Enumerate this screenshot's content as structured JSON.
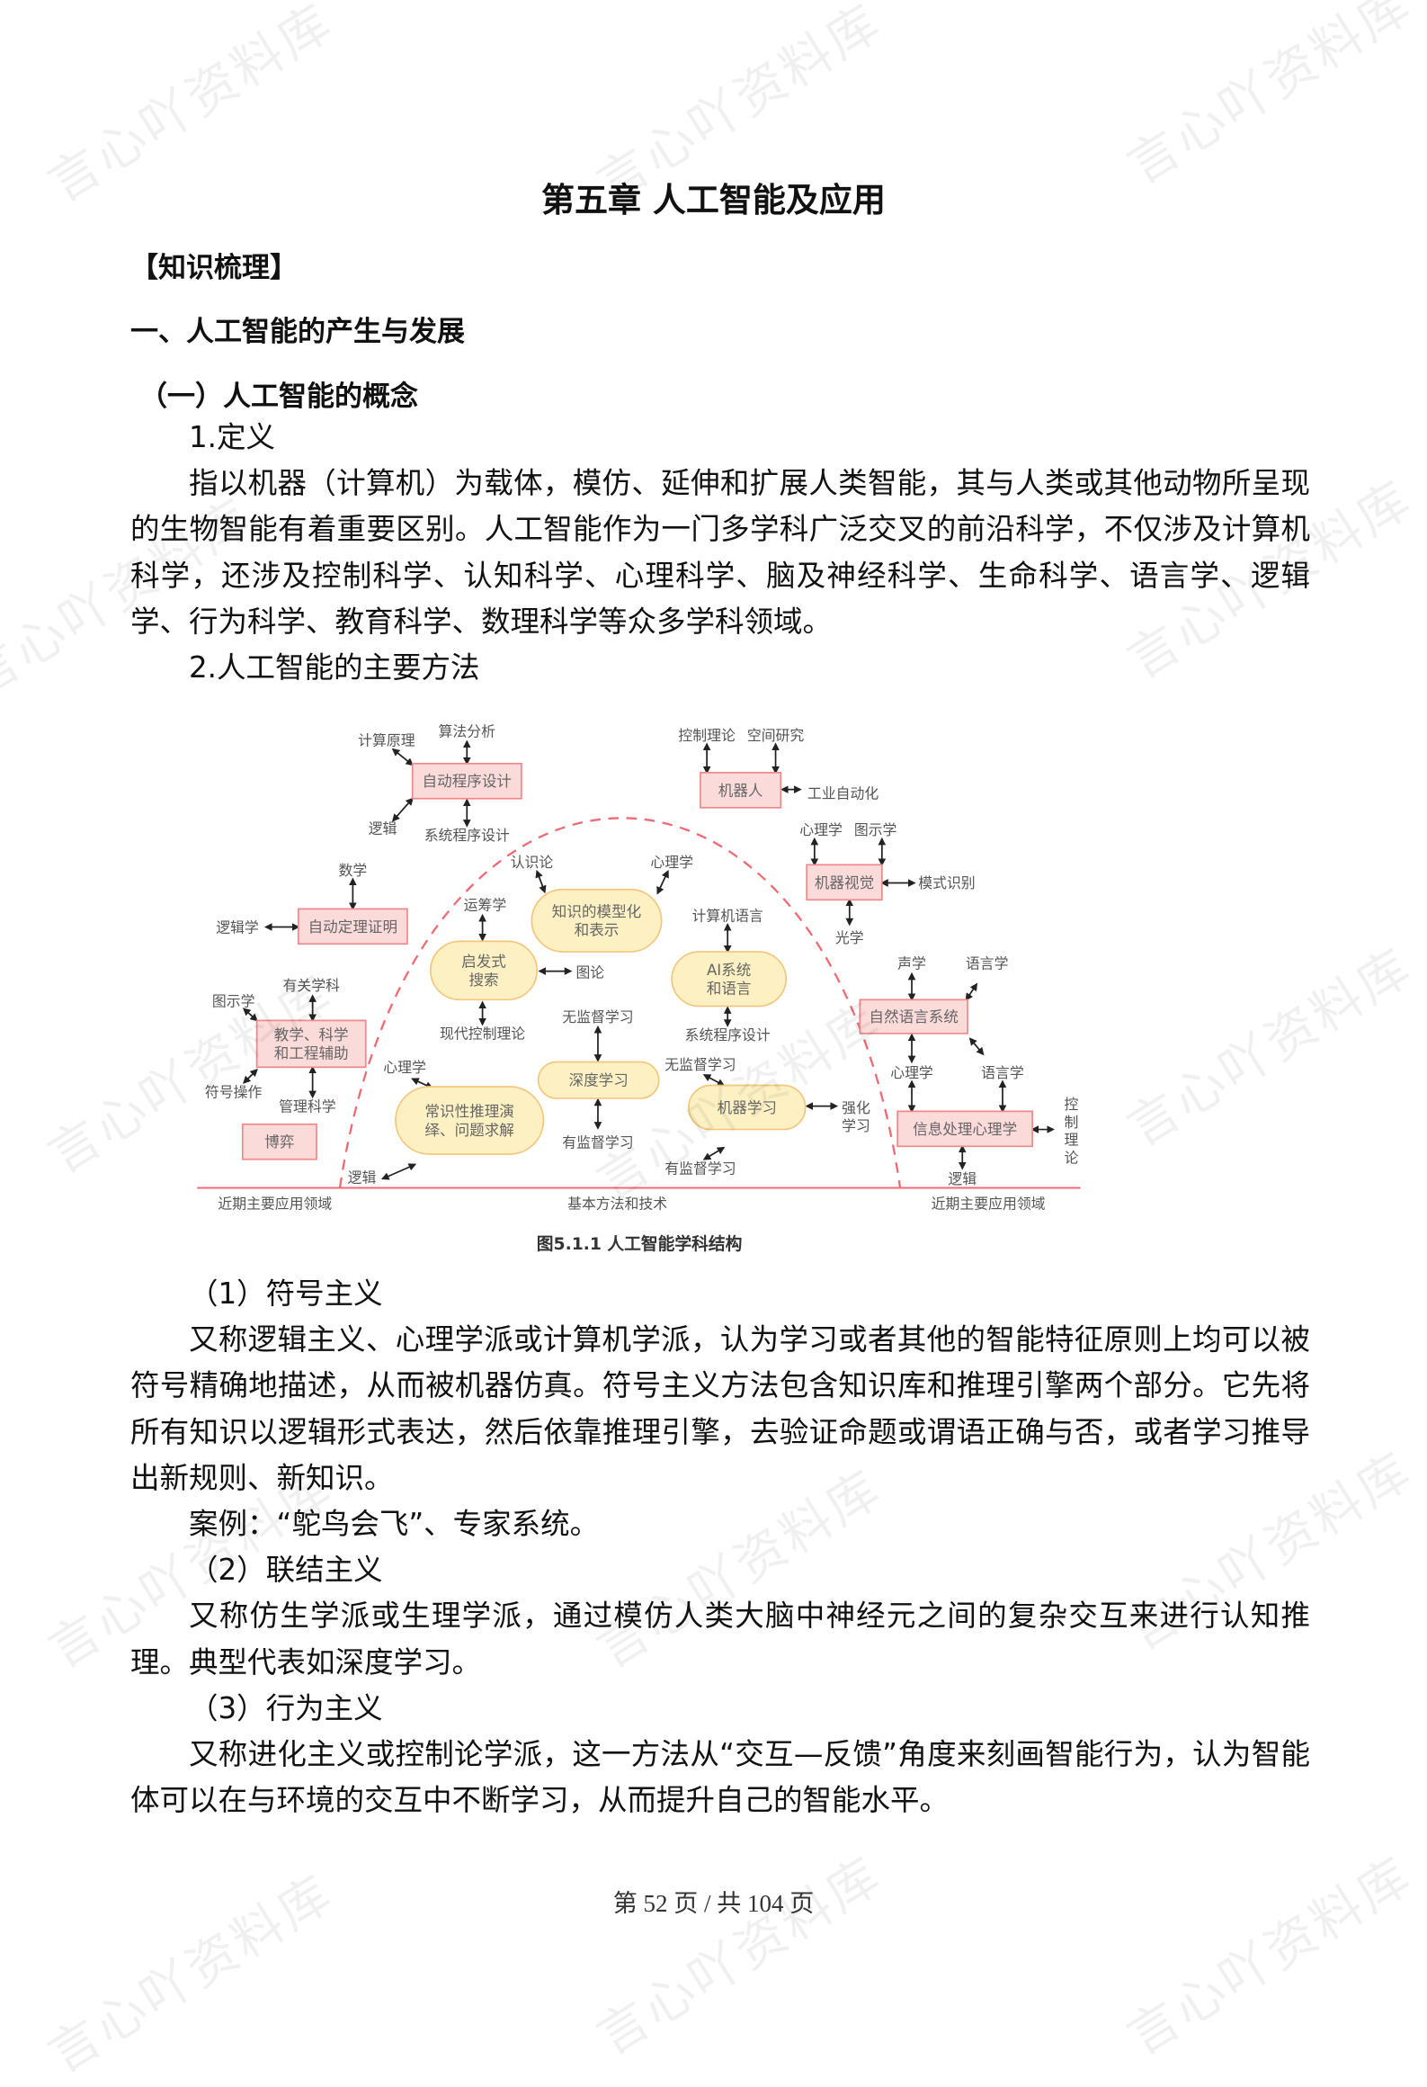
{
  "watermark": "言心吖资料库",
  "title": "第五章  人工智能及应用",
  "section_tag": "【知识梳理】",
  "heading1": "一、人工智能的产生与发展",
  "heading2": "（一）人工智能的概念",
  "def_label": "1.定义",
  "def_text": "指以机器（计算机）为载体，模仿、延伸和扩展人类智能，其与人类或其他动物所呈现的生物智能有着重要区别。人工智能作为一门多学科广泛交叉的前沿科学，不仅涉及计算机科学，还涉及控制科学、认知科学、心理科学、脑及神经科学、生命科学、语言学、逻辑学、行为科学、教育科学、数理科学等众多学科领域。",
  "methods_label": "2.人工智能的主要方法",
  "diagram": {
    "colors": {
      "box_fill": "#fbdada",
      "box_stroke": "#f08a8a",
      "pill_fill": "#fdf1c4",
      "pill_stroke": "#f5c77e",
      "dash": "#f06a74"
    },
    "boxes": [
      "自动程序设计",
      "机器人",
      "机器视觉",
      "自动定理证明",
      "教学、科学\n和工程辅助",
      "博弈",
      "自然语言系统",
      "信息处理心理学"
    ],
    "pills": [
      "知识的模型化\n和表示",
      "启发式\n搜索",
      "AI系统\n和语言",
      "深度学习",
      "常识性推理演\n绎、问题求解",
      "机器学习"
    ],
    "labels": [
      "计算原理",
      "算法分析",
      "逻辑",
      "系统程序设计",
      "数学",
      "逻辑学",
      "认识论",
      "运筹学",
      "心理学",
      "计算机语言",
      "图论",
      "有关学科",
      "图示学",
      "符号操作",
      "管理科学",
      "现代控制理论",
      "无监督学习",
      "无监督学习",
      "系统程序设计",
      "心理学",
      "有监督学习",
      "有监督学习",
      "强化\n学习",
      "逻辑",
      "控\n制\n理\n论",
      "控制理论",
      "空间研究",
      "工业自动化",
      "心理学",
      "图示学",
      "模式识别",
      "光学",
      "声学",
      "语言学",
      "心理学",
      "语言学",
      "逻辑"
    ],
    "regions": [
      "近期主要应用领域",
      "基本方法和技术",
      "近期主要应用领域"
    ],
    "caption": "图5.1.1    人工智能学科结构"
  },
  "p1_label": "（1）符号主义",
  "p1_text": "又称逻辑主义、心理学派或计算机学派，认为学习或者其他的智能特征原则上均可以被符号精确地描述，从而被机器仿真。符号主义方法包含知识库和推理引擎两个部分。它先将所有知识以逻辑形式表达，然后依靠推理引擎，去验证命题或谓语正确与否，或者学习推导出新规则、新知识。",
  "p1_case": "案例：“鸵鸟会飞”、专家系统。",
  "p2_label": "（2）联结主义",
  "p2_text": "又称仿生学派或生理学派，通过模仿人类大脑中神经元之间的复杂交互来进行认知推理。典型代表如深度学习。",
  "p3_label": "（3）行为主义",
  "p3_text": "又称进化主义或控制论学派，这一方法从“交互—反馈”角度来刻画智能行为，认为智能体可以在与环境的交互中不断学习，从而提升自己的智能水平。",
  "footer": "第 52 页 / 共 104 页"
}
